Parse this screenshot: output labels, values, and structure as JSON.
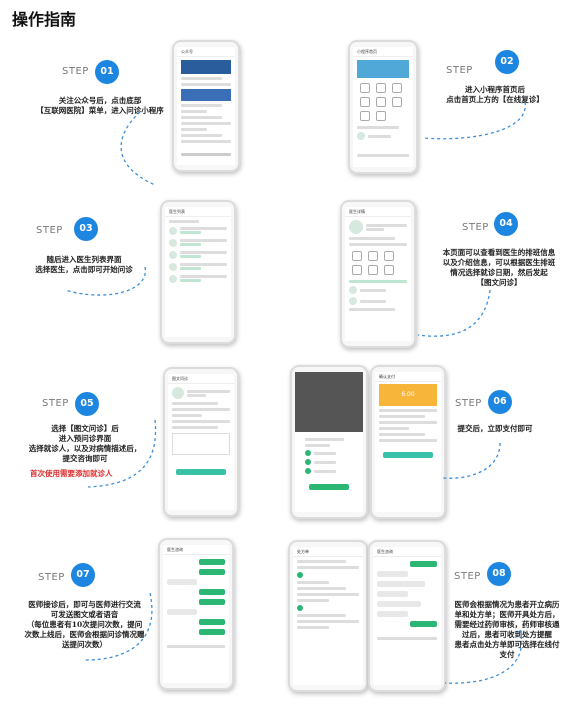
{
  "page": {
    "title": "操作指南"
  },
  "colors": {
    "accent": "#1d86e0",
    "dash": "#3b8fd8",
    "note": "#e0302e",
    "green": "#2bb673"
  },
  "steps": [
    {
      "label": "STEP",
      "num": "01",
      "lines": [
        "关注公众号后，点击底部",
        "【互联网医院】菜单，进入问诊小程序"
      ]
    },
    {
      "label": "STEP",
      "num": "02",
      "lines": [
        "进入小程序首页后",
        "点击首页上方的【在线复诊】"
      ]
    },
    {
      "label": "STEP",
      "num": "03",
      "lines": [
        "随后进入医生列表界面",
        "选择医生，点击即可开始问诊"
      ]
    },
    {
      "label": "STEP",
      "num": "04",
      "lines": [
        "本页面可以查看到医生的排班信息",
        "以及介绍信息，可以根据医生排班",
        "情况选择就诊日期，然后发起",
        "【图文问诊】"
      ]
    },
    {
      "label": "STEP",
      "num": "05",
      "lines": [
        "选择【图文问诊】后",
        "进入预问诊界面",
        "选择就诊人，以及对病情描述后，",
        "提交咨询即可"
      ],
      "note": "首次使用需要添加就诊人"
    },
    {
      "label": "STEP",
      "num": "06",
      "lines": [
        "提交后，立即支付即可"
      ]
    },
    {
      "label": "STEP",
      "num": "07",
      "lines": [
        "医师接诊后，即可与医师进行交流",
        "可发送图文或者语音",
        "（每位患者有10次提问次数，提问",
        "次数上线后，医师会根据问诊情况赠",
        "送提问次数）"
      ]
    },
    {
      "label": "STEP",
      "num": "08",
      "lines": [
        "医师会根据情况为患者开立病历",
        "单和处方单；医师开具处方后，",
        "需要经过药师审核，药师审核通",
        "过后，患者可收到处方提醒",
        "患者点击处方单即可选择在线付",
        "支付"
      ]
    }
  ]
}
